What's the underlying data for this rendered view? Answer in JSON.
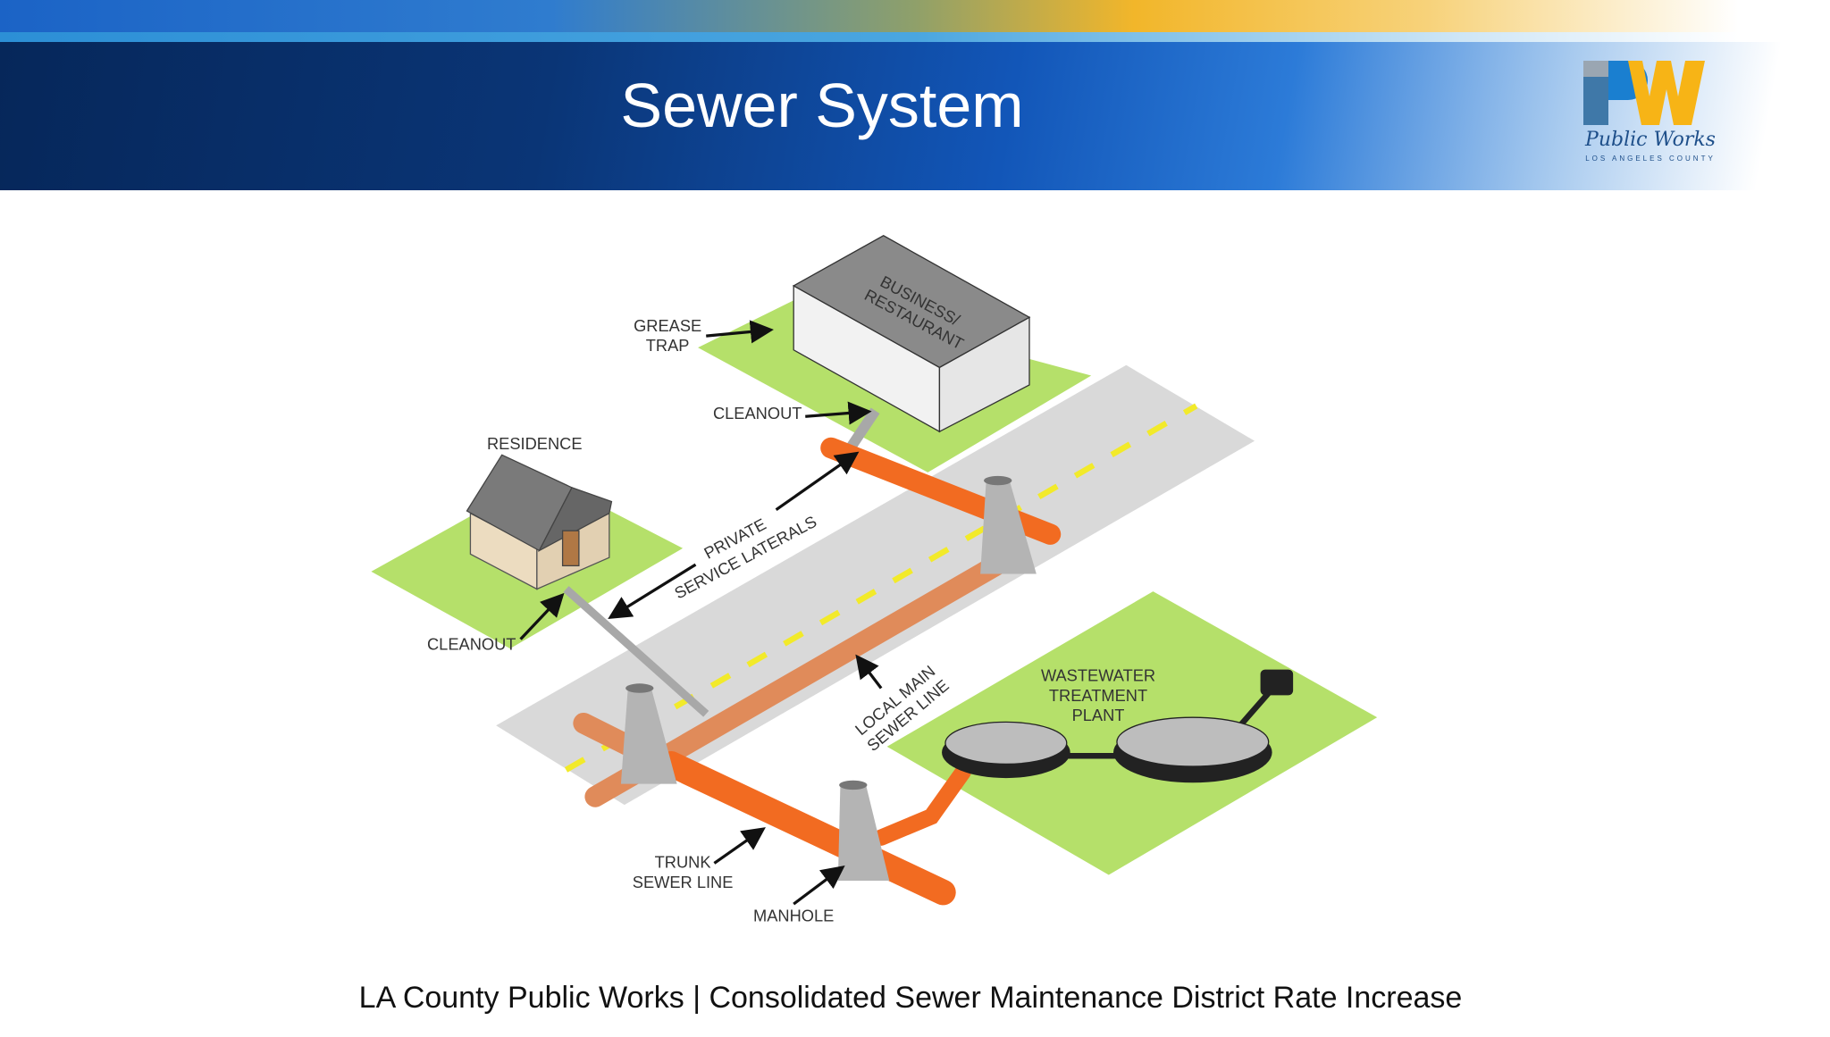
{
  "header": {
    "title": "Sewer System",
    "logo": {
      "text": "PW",
      "script": "Public Works",
      "sub": "LOS ANGELES COUNTY"
    }
  },
  "diagram": {
    "labels": {
      "grease_trap": [
        "GREASE",
        "TRAP"
      ],
      "cleanout_business": "CLEANOUT",
      "business": [
        "BUSINESS/",
        "RESTAURANT"
      ],
      "residence": "RESIDENCE",
      "cleanout_residence": "CLEANOUT",
      "laterals": [
        "PRIVATE",
        "SERVICE LATERALS"
      ],
      "local_main": [
        "LOCAL MAIN",
        "SEWER LINE"
      ],
      "treatment": [
        "WASTEWATER",
        "TREATMENT",
        "PLANT"
      ],
      "trunk": [
        "TRUNK",
        "SEWER LINE"
      ],
      "manhole": "MANHOLE"
    }
  },
  "footer": {
    "text": "LA County Public Works | Consolidated Sewer Maintenance District Rate Increase"
  },
  "colors": {
    "navy": "#06275a",
    "lawn": "#b5e06a",
    "trunk": "#f26b21",
    "main": "#e08b5a",
    "road": "#d9d9d9"
  }
}
